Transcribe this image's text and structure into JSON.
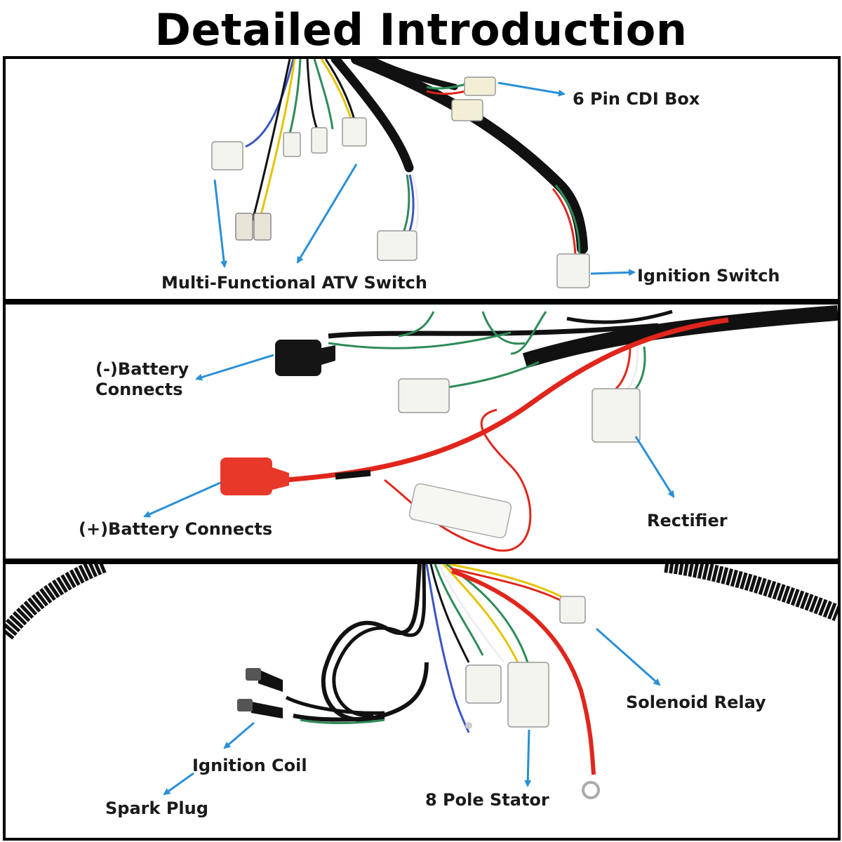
{
  "title": "Detailed Introduction",
  "panels": [
    {
      "labels": {
        "cdi": "6 Pin CDI Box",
        "atv_switch": "Multi-Functional ATV Switch",
        "ignition_switch": "Ignition Switch"
      }
    },
    {
      "labels": {
        "neg_battery_line1": "(-)Battery",
        "neg_battery_line2": "Connects",
        "pos_battery": "(+)Battery Connects",
        "rectifier": "Rectifier"
      }
    },
    {
      "labels": {
        "solenoid": "Solenoid Relay",
        "ignition_coil": "Ignition Coil",
        "spark_plug": "Spark Plug",
        "stator": "8 Pole Stator"
      }
    }
  ],
  "colors": {
    "arrow": "#2a8fd6",
    "wire_black": "#111111",
    "wire_red": "#e0261c",
    "wire_green": "#2e8b57",
    "wire_yellow": "#e6c300",
    "wire_blue": "#3b55c4",
    "connector": "#f4f4ee",
    "battery_cap_red": "#e8382a",
    "battery_cap_black": "#151515"
  }
}
